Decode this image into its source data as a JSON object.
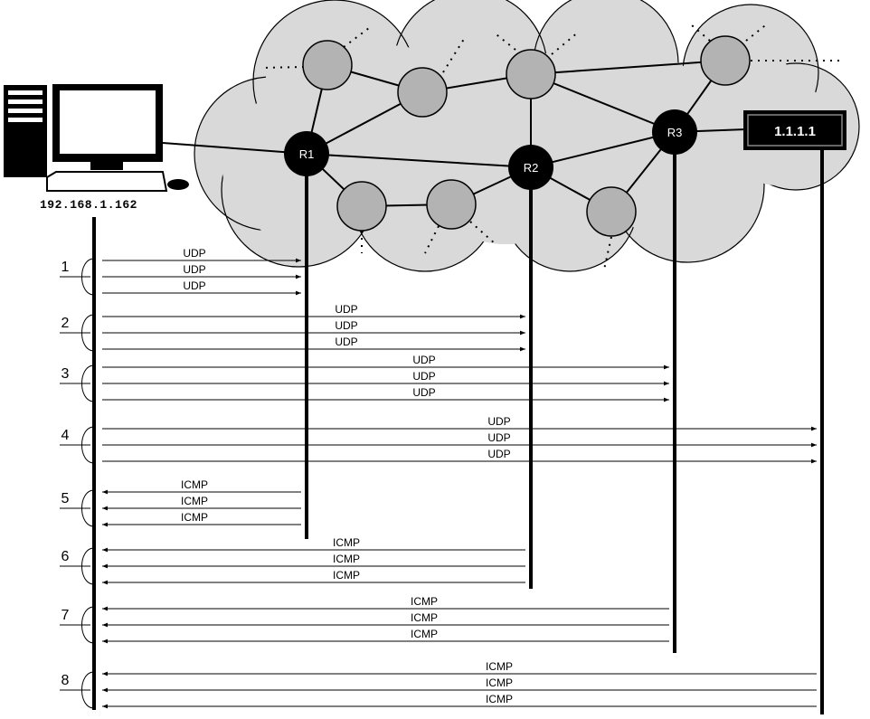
{
  "source": {
    "ip": "192.168.1.162"
  },
  "target": {
    "label": "1.1.1.1"
  },
  "routers": [
    "R1",
    "R2",
    "R3"
  ],
  "steps": [
    {
      "number": "1",
      "protocol": "UDP",
      "direction": "out",
      "endpoint": "R1"
    },
    {
      "number": "2",
      "protocol": "UDP",
      "direction": "out",
      "endpoint": "R2"
    },
    {
      "number": "3",
      "protocol": "UDP",
      "direction": "out",
      "endpoint": "R3"
    },
    {
      "number": "4",
      "protocol": "UDP",
      "direction": "out",
      "endpoint": "target"
    },
    {
      "number": "5",
      "protocol": "ICMP",
      "direction": "in",
      "endpoint": "R1"
    },
    {
      "number": "6",
      "protocol": "ICMP",
      "direction": "in",
      "endpoint": "R2"
    },
    {
      "number": "7",
      "protocol": "ICMP",
      "direction": "in",
      "endpoint": "R3"
    },
    {
      "number": "8",
      "protocol": "ICMP",
      "direction": "in",
      "endpoint": "target"
    }
  ],
  "colors": {
    "cloud": "#d9d9d9",
    "node": "#b3b3b3",
    "router": "#000000"
  }
}
